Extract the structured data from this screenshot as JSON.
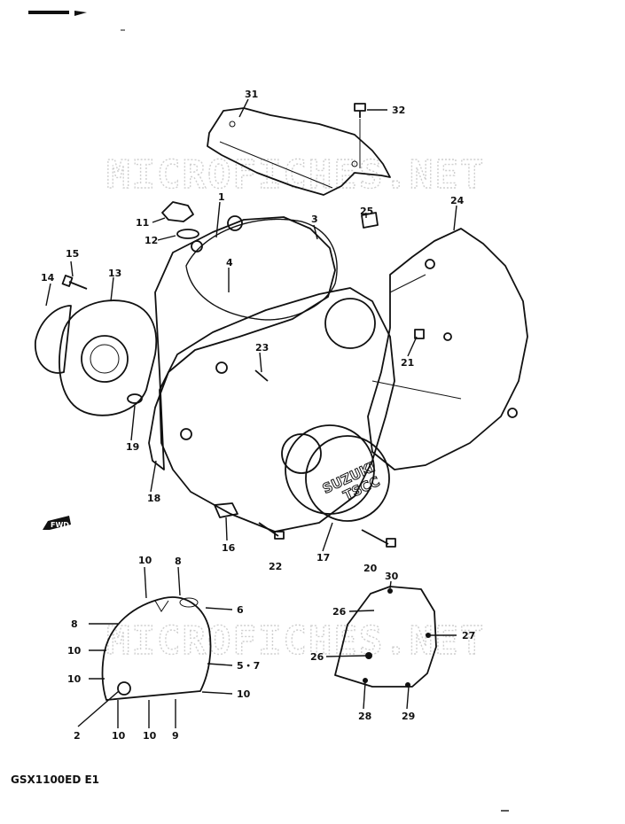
{
  "watermark_top": "MICROFICHES.NET",
  "watermark_bottom": "MICROFICHES.NET",
  "model_code": "GSX1100ED E1",
  "forward_arrow_text": "FWD",
  "emblem": {
    "brand": "SUZUKI",
    "model": "TSCC"
  },
  "callouts": {
    "c31": "31",
    "c32": "32",
    "c1": "1",
    "c3": "3",
    "c11": "11",
    "c12": "12",
    "c25": "25",
    "c24": "24",
    "c4": "4",
    "c15": "15",
    "c13": "13",
    "c14": "14",
    "c23": "23",
    "c21": "21",
    "c19": "19",
    "c18": "18",
    "c16": "16",
    "c22": "22",
    "c17": "17",
    "c20": "20",
    "g_10a": "10",
    "g_8a": "8",
    "g_8b": "8",
    "g_6": "6",
    "g_10b": "10",
    "g_57": "5・7",
    "g_10c": "10",
    "g_10d": "10",
    "g_2": "2",
    "g_10e": "10",
    "g_10f": "10",
    "g_9": "9",
    "s_30": "30",
    "s_26a": "26",
    "s_27": "27",
    "s_26b": "26",
    "s_28": "28",
    "s_29": "29"
  }
}
